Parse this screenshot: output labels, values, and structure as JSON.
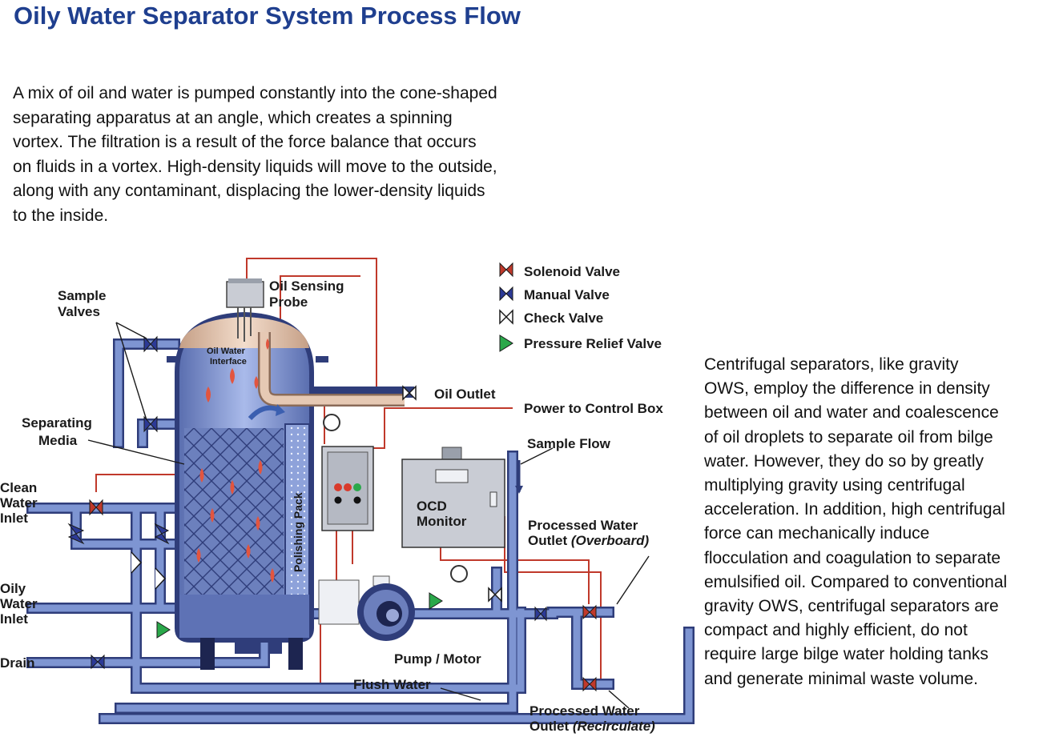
{
  "title": "Oily Water Separator System Process Flow",
  "intro_lines": [
    "A mix of oil and water is pumped constantly into the cone-shaped",
    "separating apparatus at an angle, which creates a spinning",
    "vortex.  The filtration is a result of the force balance that occurs",
    "on fluids in a vortex.  High-density liquids will move to the outside,",
    "along with any contaminant, displacing the lower-density liquids",
    "to the inside."
  ],
  "side_lines": [
    "Centrifugal separators, like gravity",
    "OWS, employ the difference in density",
    "between oil and water and coalescence",
    "of oil droplets to separate oil from bilge",
    "water. However, they do so by greatly",
    "multiplying gravity  using centrifugal",
    "acceleration. In addition, high centrifugal",
    "force can mechanically induce",
    "flocculation and coagulation to separate",
    "emulsified oil. Compared to conventional",
    "gravity OWS, centrifugal separators are",
    "compact and highly efficient, do not",
    "require large bilge water holding tanks",
    "and generate minimal waste volume."
  ],
  "legend": {
    "solenoid": "Solenoid Valve",
    "manual": "Manual Valve",
    "check": "Check Valve",
    "relief": "Pressure Relief Valve"
  },
  "labels": {
    "sample_valves": [
      "Sample",
      "Valves"
    ],
    "oil_probe": [
      "Oil Sensing",
      "Probe"
    ],
    "interface": [
      "Oil Water",
      "Interface"
    ],
    "separating_media": [
      "Separating",
      "Media"
    ],
    "clean_inlet": [
      "Clean",
      "Water",
      "Inlet"
    ],
    "oily_inlet": [
      "Oily",
      "Water",
      "Inlet"
    ],
    "drain": "Drain",
    "oil_outlet": "Oil Outlet",
    "power_box": "Power to Control Box",
    "sample_flow": "Sample Flow",
    "polishing_pack": "Polishing Pack",
    "ocd_monitor": [
      "OCD",
      "Monitor"
    ],
    "processed_overboard": [
      "Processed Water",
      "Outlet",
      "(Overboard)"
    ],
    "pump_motor": "Pump / Motor",
    "flush_water": "Flush Water",
    "processed_recirc": [
      "Processed Water",
      "Outlet",
      "(Recirculate)"
    ]
  },
  "colors": {
    "title": "#1f3f8f",
    "pipe_blue": "#6f86c6",
    "pipe_dark": "#2f3d7a",
    "wire_red": "#c0392b",
    "oil_tan": "#e2c0a6",
    "water_blue": "#8fa6dc"
  }
}
